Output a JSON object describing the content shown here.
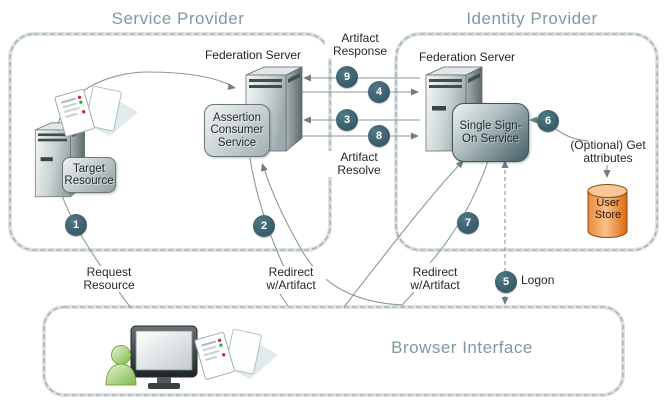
{
  "titles": {
    "service_provider": "Service Provider",
    "identity_provider": "Identity Provider"
  },
  "nodes": {
    "sp_federation_server": "Federation Server",
    "idp_federation_server": "Federation Server",
    "assertion_consumer_service": "Assertion Consumer Service",
    "single_sign_on_service": "Single Sign-On Service",
    "target_resource": "Target Resource",
    "user_store": "User Store",
    "browser_interface": "Browser Interface"
  },
  "flow_labels": {
    "artifact_response": "Artifact Response",
    "artifact_resolve": "Artifact Resolve",
    "request_resource": "Request Resource",
    "redirect_w_artifact_sp": "Redirect w/Artifact",
    "redirect_w_artifact_idp": "Redirect w/Artifact",
    "logon": "Logon",
    "get_attributes": "(Optional) Get attributes"
  },
  "step_numbers": [
    "1",
    "2",
    "3",
    "4",
    "5",
    "6",
    "7",
    "8",
    "9"
  ],
  "icons": {
    "sp_server": "server-tower-icon",
    "idp_server": "server-tower-icon",
    "target_server": "server-tower-icon",
    "user_store": "database-cylinder-icon",
    "documents": "documents-icon",
    "browser_user": "person-monitor-documents-icon"
  },
  "colors": {
    "step_circle": "#3a5f6d",
    "section_title": "#7e99a3",
    "connector_line": "#8b979b",
    "dashed_border": "#93a4aa",
    "border_band": "#dde2e3",
    "user_store_orange": "#ec8a38",
    "person_green": "#7ebb4a",
    "sso_dark": "#445d64"
  }
}
